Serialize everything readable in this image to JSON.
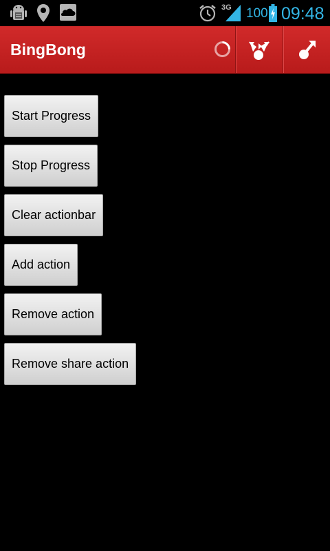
{
  "status_bar": {
    "icons_left": [
      "android-debug-icon",
      "location-pin-icon",
      "cloud-icon"
    ],
    "icons_right": [
      "alarm-icon",
      "signal-3g-icon",
      "battery-charging-icon"
    ],
    "network_label": "3G",
    "battery_text": "100",
    "time": "09:48",
    "accent_color": "#33b5e5"
  },
  "action_bar": {
    "title": "BingBong",
    "background_color": "#c62121",
    "progress_indicator": "spinner",
    "actions": [
      {
        "icon": "share-action-icon"
      },
      {
        "icon": "share-alt-action-icon"
      }
    ]
  },
  "buttons": [
    {
      "label": "Start Progress"
    },
    {
      "label": "Stop Progress"
    },
    {
      "label": "Clear actionbar"
    },
    {
      "label": "Add action"
    },
    {
      "label": "Remove action"
    },
    {
      "label": "Remove share action"
    }
  ]
}
